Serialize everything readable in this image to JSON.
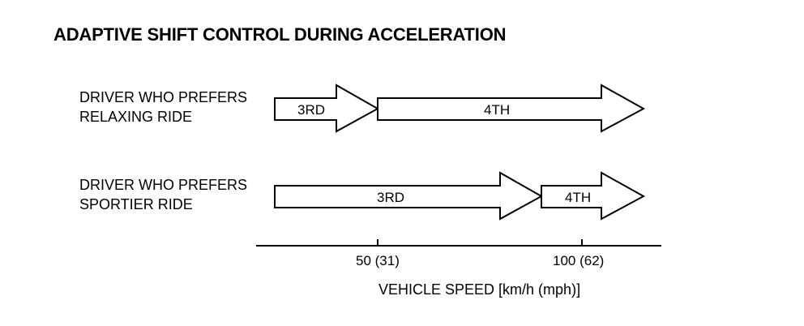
{
  "title": "ADAPTIVE SHIFT CONTROL DURING ACCELERATION",
  "rows": [
    {
      "label_lines": [
        "DRIVER WHO PREFERS",
        "RELAXING RIDE"
      ],
      "arrows": [
        {
          "gear": "3RD"
        },
        {
          "gear": "4TH"
        }
      ]
    },
    {
      "label_lines": [
        "DRIVER WHO PREFERS",
        "SPORTIER RIDE"
      ],
      "arrows": [
        {
          "gear": "3RD"
        },
        {
          "gear": "4TH"
        }
      ]
    }
  ],
  "axis": {
    "ticks": [
      "50 (31)",
      "100 (62)"
    ],
    "title": "VEHICLE SPEED [km/h (mph)]"
  }
}
